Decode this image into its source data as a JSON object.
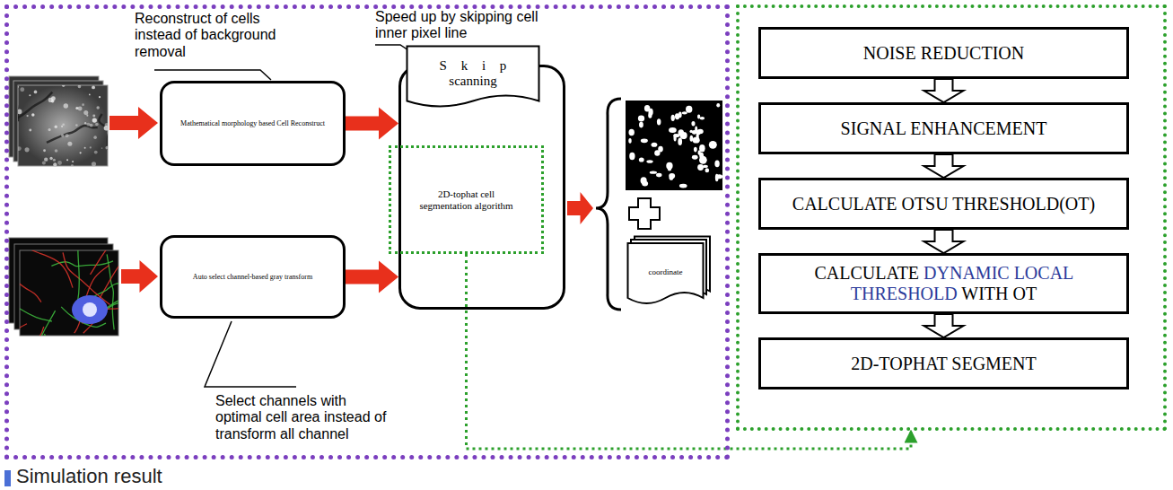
{
  "diagram": {
    "nodes": [
      {
        "text": []
      },
      {
        "text": [
          "Mathematical morphology based Cell Reconstruct"
        ],
        "in": 0
      },
      {
        "text": [
          "Auto select channel-based gray transform"
        ],
        "in": 0
      },
      {
        "text": [],
        "in": 0
      },
      {
        "text": [
          "S k i p scanning"
        ],
        "in": 3
      },
      {
        "text": [
          "2D-tophat cell segmentation algorithm"
        ],
        "in": 3
      },
      {
        "text": [
          "coordinate"
        ],
        "in": 0
      },
      {
        "text": []
      },
      {
        "text": [
          "NOISE REDUCTION"
        ],
        "in": 7
      },
      {
        "text": [
          "SIGNAL ENHANCEMENT"
        ],
        "in": 7
      },
      {
        "text": [
          "CALCULATE OTSU THRESHOLD(OT)"
        ],
        "in": 7
      },
      {
        "text": [
          "CALCULATE DYNAMIC LOCAL THRESHOLD WITH OT"
        ],
        "in": 7
      },
      {
        "text": [
          "2D-TOPHAT SEGMENT"
        ],
        "in": 7
      }
    ],
    "edges": [
      {
        "from": 1,
        "to": 3,
        "arrow": "to"
      },
      {
        "from": 2,
        "to": 3,
        "arrow": "to"
      },
      {
        "from": 8,
        "to": 9,
        "arrow": "to"
      },
      {
        "from": 9,
        "to": 10,
        "arrow": "to"
      },
      {
        "from": 10,
        "to": 11,
        "arrow": "to"
      },
      {
        "from": 11,
        "to": 12,
        "arrow": "to"
      },
      {
        "from": 5,
        "to": 7,
        "arrow": "to"
      }
    ],
    "labels": [
      "Reconstruct of cells instead of background removal",
      "Speed up by skipping cell inner pixel line",
      "Select channels with optimal cell area instead of transform all channel",
      "Simulation result"
    ]
  }
}
